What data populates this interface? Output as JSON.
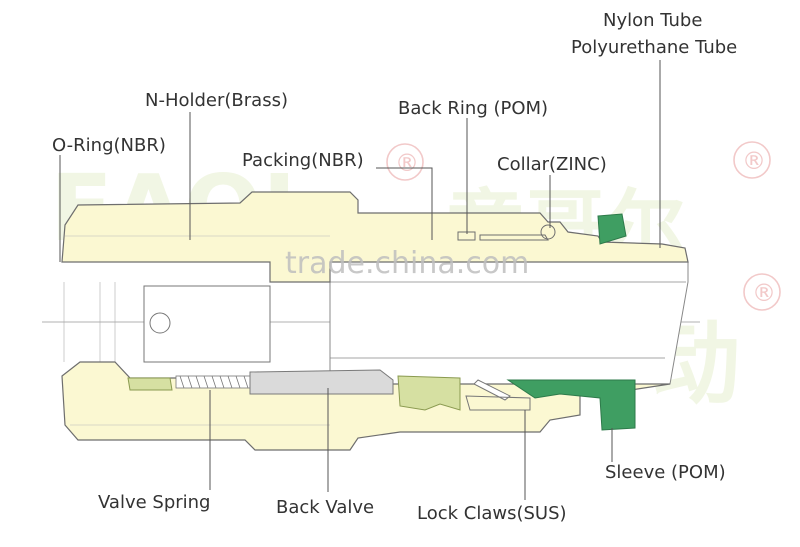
{
  "labels": {
    "nylon_tube": "Nylon Tube",
    "polyurethane_tube": "Polyurethane Tube",
    "n_holder": "N-Holder(Brass)",
    "back_ring": "Back Ring (POM)",
    "o_ring": "O-Ring(NBR)",
    "packing": "Packing(NBR)",
    "collar": "Collar(ZINC)",
    "valve_spring": "Valve Spring",
    "back_valve": "Back Valve",
    "lock_claws": "Lock Claws(SUS)",
    "sleeve": "Sleeve (POM)"
  },
  "watermark": {
    "site": "trade.china.com",
    "brand_latin": "EAOL",
    "brand_cjk": "意哥尔",
    "brand_cjk2": "动",
    "registered": "®"
  },
  "colors": {
    "body_fill": "#fbf8d2",
    "body_stroke": "#6e6e6e",
    "packing_fill": "#d6e0a2",
    "sleeve_fill": "#3f9e62",
    "valve_fill": "#dadada",
    "tube_fill": "#ffffff"
  }
}
